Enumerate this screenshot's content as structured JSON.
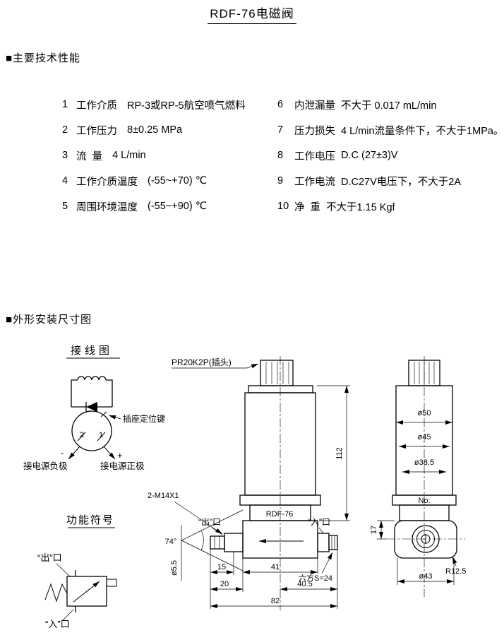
{
  "title": "RDF-76电磁阀",
  "headings": {
    "specs": "■主要技术性能",
    "outline": "■外形安装尺寸图"
  },
  "specs": {
    "left": [
      {
        "num": "1",
        "name": "工作介质",
        "value": "RP-3或RP-5航空喷气燃料"
      },
      {
        "num": "2",
        "name": "工作压力",
        "value": "8±0.25 MPa"
      },
      {
        "num": "3",
        "name": "流  量",
        "value": "4 L/min"
      },
      {
        "num": "4",
        "name": "工作介质温度",
        "value": "(-55~+70) ℃"
      },
      {
        "num": "5",
        "name": "周围环境温度",
        "value": "(-55~+90) ℃"
      }
    ],
    "right": [
      {
        "num": "6",
        "name": "内泄漏量",
        "value": "不大于 0.017 mL/min"
      },
      {
        "num": "7",
        "name": "压力损失",
        "value": "4 L/min流量条件下，不大于1MPa。"
      },
      {
        "num": "8",
        "name": "工作电压",
        "value": "D.C (27±3)V"
      },
      {
        "num": "9",
        "name": "工作电流",
        "value": "D.C27V电压下，不大于2A"
      },
      {
        "num": "10",
        "name": "净  重",
        "value": "不大于1.15 Kgf"
      }
    ]
  },
  "wiring": {
    "title": "接线图",
    "key_label": "插座定位键",
    "pin2": "2",
    "pin1": "1",
    "minus": "-",
    "plus": "+",
    "neg_label": "接电源负极",
    "pos_label": "接电源正极"
  },
  "symbol": {
    "title": "功能符号",
    "outlet": "“出”口",
    "inlet": "“入”口"
  },
  "front_view": {
    "plug_label": "PR20K2P(插头)",
    "model": "RDF-76",
    "outlet": "“出”口",
    "inlet": "“入”口",
    "dim_112": "112",
    "angle_74": "74°",
    "thread": "2-M14X1",
    "dia_5_5": "ø5.5",
    "dim_15": "15",
    "dim_41": "41",
    "dim_20": "20",
    "dim_40_5": "40.5",
    "dim_82": "82",
    "hex": "六方S=24"
  },
  "side_view": {
    "dia_50": "ø50",
    "dia_45": "ø45",
    "dia_38_5": "ø38.5",
    "no_label": "No:",
    "dim_17": "17",
    "radius": "R12.5",
    "dia_43": "ø43"
  }
}
